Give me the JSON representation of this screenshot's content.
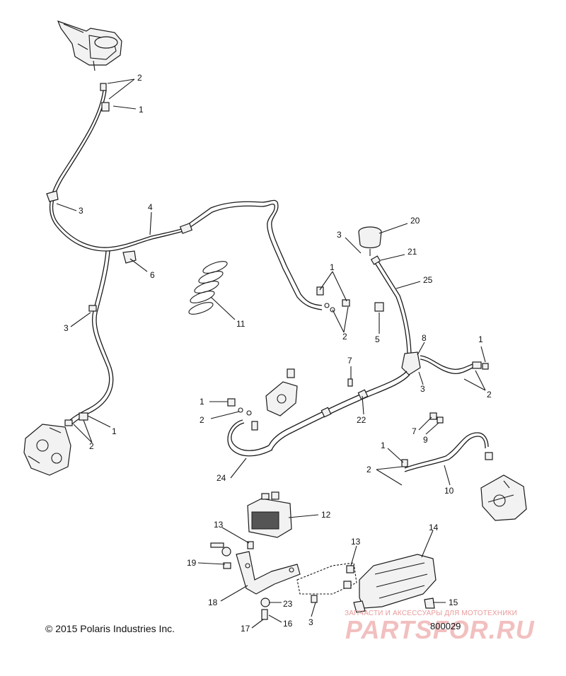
{
  "callouts": [
    {
      "id": "c2a",
      "label": "2"
    },
    {
      "id": "c1a",
      "label": "1"
    },
    {
      "id": "c3a",
      "label": "3"
    },
    {
      "id": "c4",
      "label": "4"
    },
    {
      "id": "c6",
      "label": "6"
    },
    {
      "id": "c11",
      "label": "11"
    },
    {
      "id": "c3b",
      "label": "3"
    },
    {
      "id": "c1b",
      "label": "1"
    },
    {
      "id": "c2b",
      "label": "2"
    },
    {
      "id": "c3c",
      "label": "3"
    },
    {
      "id": "c20",
      "label": "20"
    },
    {
      "id": "c21",
      "label": "21"
    },
    {
      "id": "c25",
      "label": "25"
    },
    {
      "id": "c1c",
      "label": "1"
    },
    {
      "id": "c2c",
      "label": "2"
    },
    {
      "id": "c5",
      "label": "5"
    },
    {
      "id": "c8",
      "label": "8"
    },
    {
      "id": "c1d",
      "label": "1"
    },
    {
      "id": "c2d",
      "label": "2"
    },
    {
      "id": "c3d",
      "label": "3"
    },
    {
      "id": "c7a",
      "label": "7"
    },
    {
      "id": "c1e",
      "label": "1"
    },
    {
      "id": "c2e",
      "label": "2"
    },
    {
      "id": "c22",
      "label": "22"
    },
    {
      "id": "c24",
      "label": "24"
    },
    {
      "id": "c7b",
      "label": "7"
    },
    {
      "id": "c9",
      "label": "9"
    },
    {
      "id": "c1f",
      "label": "1"
    },
    {
      "id": "c2f",
      "label": "2"
    },
    {
      "id": "c10",
      "label": "10"
    },
    {
      "id": "c12",
      "label": "12"
    },
    {
      "id": "c13a",
      "label": "13"
    },
    {
      "id": "c19",
      "label": "19"
    },
    {
      "id": "c18",
      "label": "18"
    },
    {
      "id": "c23",
      "label": "23"
    },
    {
      "id": "c16",
      "label": "16"
    },
    {
      "id": "c17",
      "label": "17"
    },
    {
      "id": "c13b",
      "label": "13"
    },
    {
      "id": "c3e",
      "label": "3"
    },
    {
      "id": "c14",
      "label": "14"
    },
    {
      "id": "c15",
      "label": "15"
    }
  ],
  "copyright": "© 2015 Polaris Industries Inc.",
  "figure_id": "800029",
  "watermark": {
    "tagline": "ЗАПЧАСТИ И АКСЕССУАРЫ ДЛЯ МОТОТЕХНИКИ",
    "brand": "PARTSFOR.RU"
  }
}
